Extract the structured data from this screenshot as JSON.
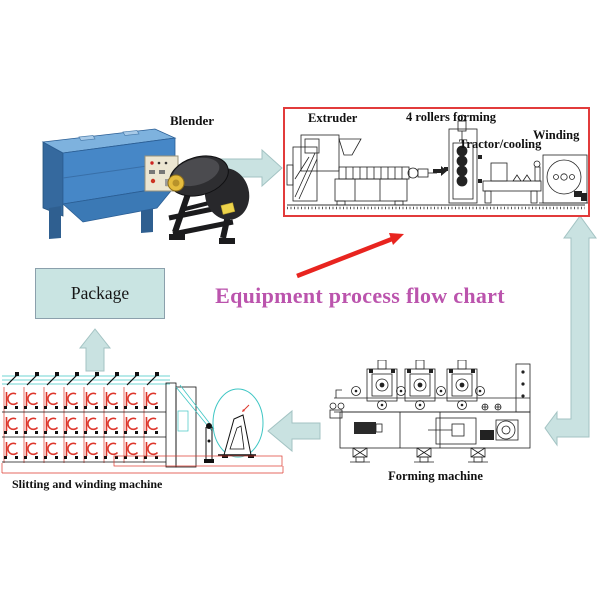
{
  "title": {
    "text": "Equipment process flow chart",
    "color": "#bb54ad"
  },
  "stations": {
    "blender": {
      "label": "Blender"
    },
    "extrusion_line": {
      "extruder_label": "Extruder",
      "rollers_label": "4 rollers forming",
      "tractor_label": "Tractor/cooling",
      "winding_label": "Winding",
      "border_color": "#e23b3b"
    },
    "forming": {
      "label": "Forming machine"
    },
    "slitting": {
      "label": "Slitting and winding machine"
    },
    "package": {
      "label": "Package",
      "fill": "#c9e4e2"
    }
  },
  "arrows": {
    "block_fill": "#c9e2e1",
    "block_stroke": "#a3c3c3",
    "callout_color": "#e8241f"
  }
}
